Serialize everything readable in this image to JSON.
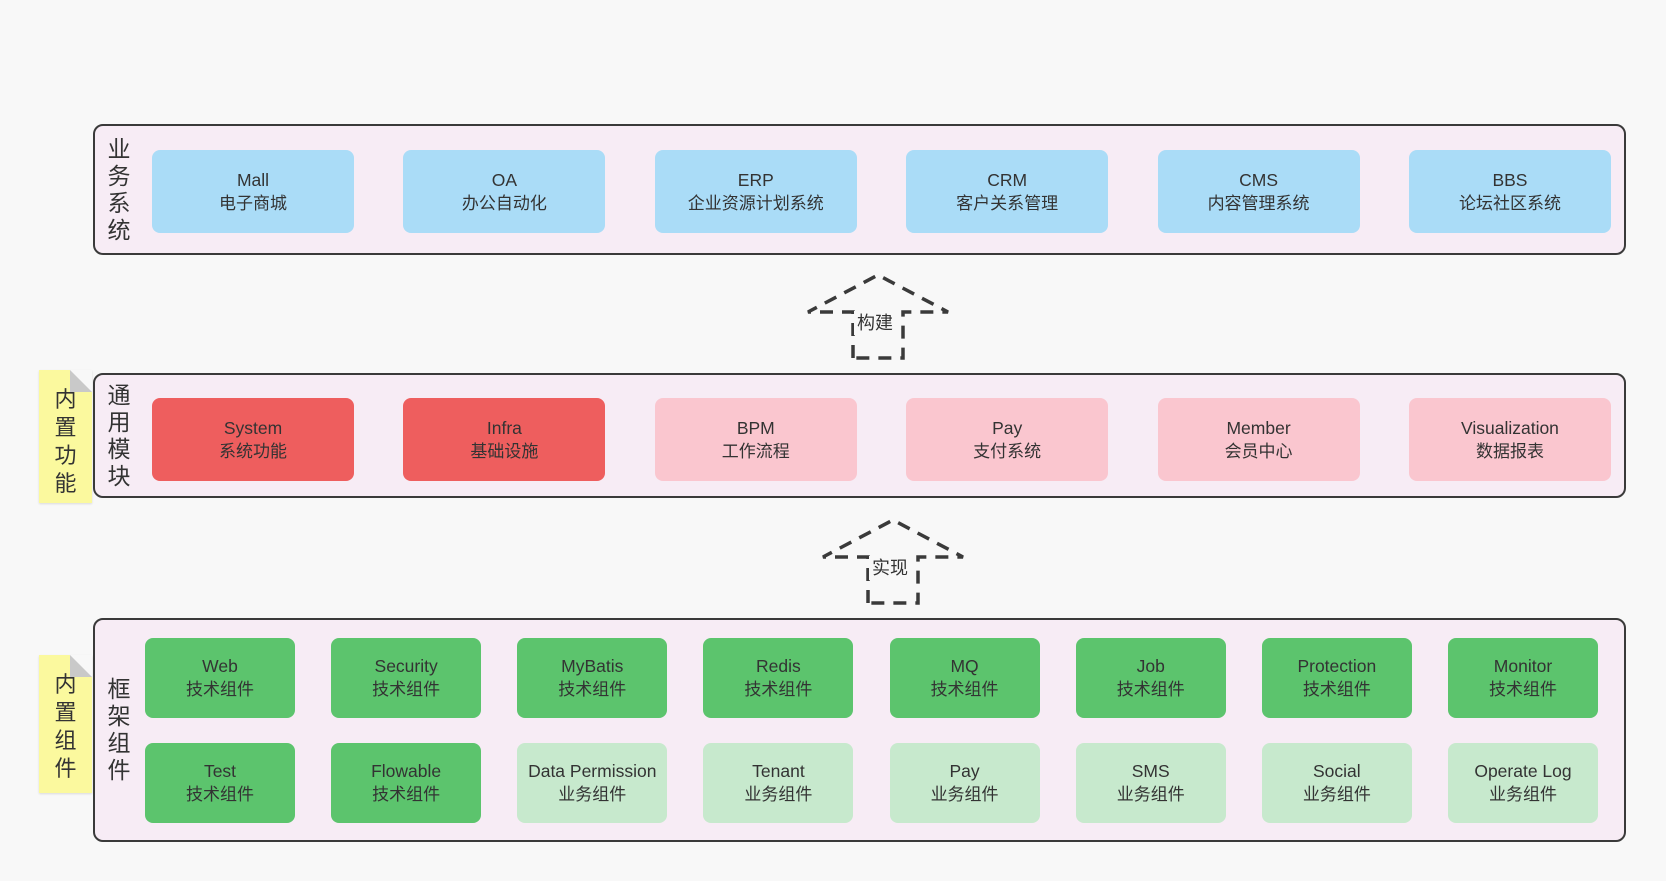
{
  "diagram": {
    "layers": [
      {
        "title": "业务系统",
        "boxes": [
          {
            "name": "Mall",
            "desc": "电子商城"
          },
          {
            "name": "OA",
            "desc": "办公自动化"
          },
          {
            "name": "ERP",
            "desc": "企业资源计划系统"
          },
          {
            "name": "CRM",
            "desc": "客户关系管理"
          },
          {
            "name": "CMS",
            "desc": "内容管理系统"
          },
          {
            "name": "BBS",
            "desc": "论坛社区系统"
          }
        ]
      },
      {
        "title": "通用模块",
        "note": "内置功能",
        "boxes": [
          {
            "name": "System",
            "desc": "系统功能"
          },
          {
            "name": "Infra",
            "desc": "基础设施"
          },
          {
            "name": "BPM",
            "desc": "工作流程"
          },
          {
            "name": "Pay",
            "desc": "支付系统"
          },
          {
            "name": "Member",
            "desc": "会员中心"
          },
          {
            "name": "Visualization",
            "desc": "数据报表"
          }
        ]
      },
      {
        "title": "框架组件",
        "note": "内置组件",
        "rows": [
          [
            {
              "name": "Web",
              "desc": "技术组件"
            },
            {
              "name": "Security",
              "desc": "技术组件"
            },
            {
              "name": "MyBatis",
              "desc": "技术组件"
            },
            {
              "name": "Redis",
              "desc": "技术组件"
            },
            {
              "name": "MQ",
              "desc": "技术组件"
            },
            {
              "name": "Job",
              "desc": "技术组件"
            },
            {
              "name": "Protection",
              "desc": "技术组件"
            },
            {
              "name": "Monitor",
              "desc": "技术组件"
            }
          ],
          [
            {
              "name": "Test",
              "desc": "技术组件"
            },
            {
              "name": "Flowable",
              "desc": "技术组件"
            },
            {
              "name": "Data Permission",
              "desc": "业务组件"
            },
            {
              "name": "Tenant",
              "desc": "业务组件"
            },
            {
              "name": "Pay",
              "desc": "业务组件"
            },
            {
              "name": "SMS",
              "desc": "业务组件"
            },
            {
              "name": "Social",
              "desc": "业务组件"
            },
            {
              "name": "Operate Log",
              "desc": "业务组件"
            }
          ]
        ]
      }
    ],
    "arrows": [
      {
        "label": "构建"
      },
      {
        "label": "实现"
      }
    ],
    "colors": {
      "page_bg": "#f8f8f8",
      "layer_bg": "#f7ecf5",
      "layer_border": "#3a3a3a",
      "box_blue": "#aadcf7",
      "box_red": "#ee5e5e",
      "box_pink": "#fac6cf",
      "box_green": "#5cc46d",
      "box_light_green": "#c7e9cd",
      "note_yellow": "#fbf99e",
      "text": "#333333"
    }
  }
}
